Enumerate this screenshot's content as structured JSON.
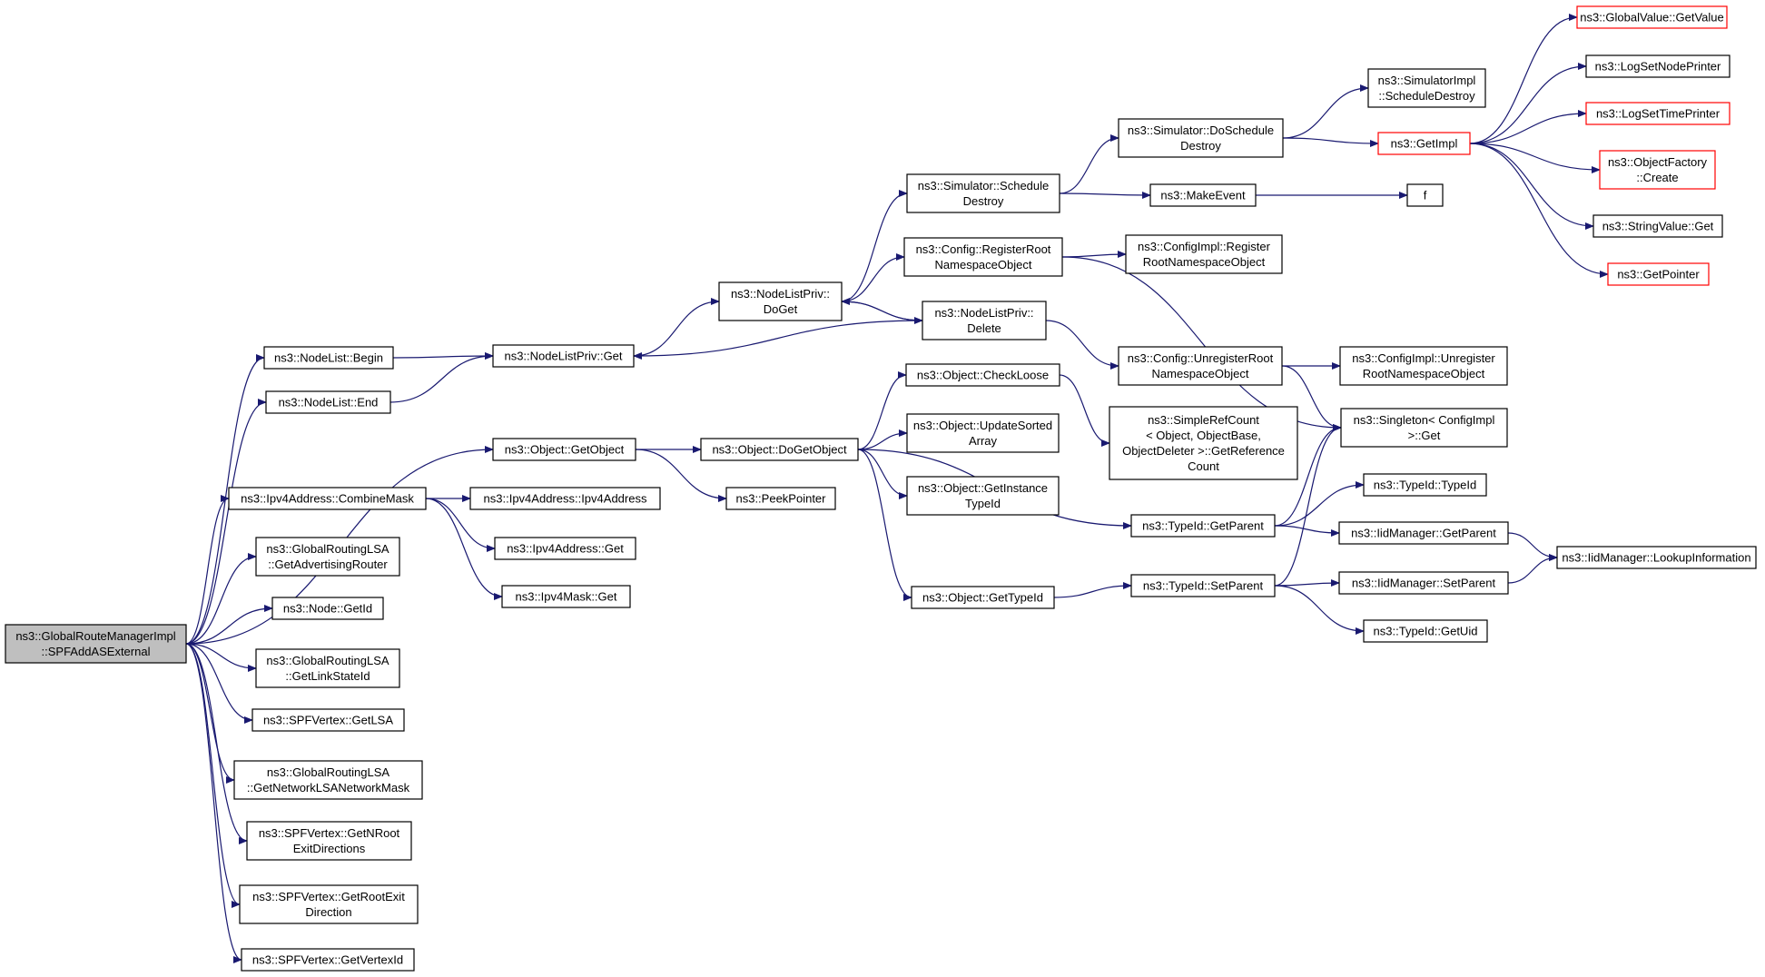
{
  "colors": {
    "edge": "#191970",
    "node_border": "#000000",
    "truncated_border": "#ff0000",
    "root_fill": "#bfbfbf"
  },
  "nodes": [
    {
      "id": "root",
      "lines": [
        "ns3::GlobalRouteManagerImpl",
        "::SPFAddASExternal"
      ],
      "style": "root"
    },
    {
      "id": "nl_begin",
      "lines": [
        "ns3::NodeList::Begin"
      ]
    },
    {
      "id": "nl_end",
      "lines": [
        "ns3::NodeList::End"
      ]
    },
    {
      "id": "obj_getobject",
      "lines": [
        "ns3::Object::GetObject"
      ]
    },
    {
      "id": "ipv4_combine",
      "lines": [
        "ns3::Ipv4Address::CombineMask"
      ]
    },
    {
      "id": "grlsa_getadv",
      "lines": [
        "ns3::GlobalRoutingLSA",
        "::GetAdvertisingRouter"
      ]
    },
    {
      "id": "node_getid",
      "lines": [
        "ns3::Node::GetId"
      ]
    },
    {
      "id": "grlsa_getlinkstate",
      "lines": [
        "ns3::GlobalRoutingLSA",
        "::GetLinkStateId"
      ]
    },
    {
      "id": "spf_getlsa",
      "lines": [
        "ns3::SPFVertex::GetLSA"
      ]
    },
    {
      "id": "grlsa_getnetmask",
      "lines": [
        "ns3::GlobalRoutingLSA",
        "::GetNetworkLSANetworkMask"
      ]
    },
    {
      "id": "spf_getnroot",
      "lines": [
        "ns3::SPFVertex::GetNRoot",
        "ExitDirections"
      ]
    },
    {
      "id": "spf_getrootexit",
      "lines": [
        "ns3::SPFVertex::GetRootExit",
        "Direction"
      ]
    },
    {
      "id": "spf_getvertexid",
      "lines": [
        "ns3::SPFVertex::GetVertexId"
      ]
    },
    {
      "id": "nlp_get",
      "lines": [
        "ns3::NodeListPriv::Get"
      ]
    },
    {
      "id": "nlp_doget",
      "lines": [
        "ns3::NodeListPriv::",
        "DoGet"
      ]
    },
    {
      "id": "nlp_delete",
      "lines": [
        "ns3::NodeListPriv::",
        "Delete"
      ]
    },
    {
      "id": "sim_schedule",
      "lines": [
        "ns3::Simulator::Schedule",
        "Destroy"
      ]
    },
    {
      "id": "cfg_register",
      "lines": [
        "ns3::Config::RegisterRoot",
        "NamespaceObject"
      ]
    },
    {
      "id": "sim_doschedule",
      "lines": [
        "ns3::Simulator::DoSchedule",
        "Destroy"
      ]
    },
    {
      "id": "makeevent",
      "lines": [
        "ns3::MakeEvent"
      ]
    },
    {
      "id": "cfgimpl_register",
      "lines": [
        "ns3::ConfigImpl::Register",
        "RootNamespaceObject"
      ]
    },
    {
      "id": "cfg_unregister",
      "lines": [
        "ns3::Config::UnregisterRoot",
        "NamespaceObject"
      ]
    },
    {
      "id": "simimpl_schedule",
      "lines": [
        "ns3::SimulatorImpl",
        "::ScheduleDestroy"
      ]
    },
    {
      "id": "getimpl",
      "lines": [
        "ns3::GetImpl"
      ],
      "style": "truncated"
    },
    {
      "id": "f",
      "lines": [
        "f"
      ]
    },
    {
      "id": "cfgimpl_unregister",
      "lines": [
        "ns3::ConfigImpl::Unregister",
        "RootNamespaceObject"
      ]
    },
    {
      "id": "singleton_get",
      "lines": [
        "ns3::Singleton< ConfigImpl",
        " >::Get"
      ]
    },
    {
      "id": "gv_getvalue",
      "lines": [
        "ns3::GlobalValue::GetValue"
      ],
      "style": "truncated"
    },
    {
      "id": "logsetnode",
      "lines": [
        "ns3::LogSetNodePrinter"
      ]
    },
    {
      "id": "logsettime",
      "lines": [
        "ns3::LogSetTimePrinter"
      ],
      "style": "truncated"
    },
    {
      "id": "objfactory_create",
      "lines": [
        "ns3::ObjectFactory",
        "::Create"
      ],
      "style": "truncated"
    },
    {
      "id": "stringvalue_get",
      "lines": [
        "ns3::StringValue::Get"
      ]
    },
    {
      "id": "getpointer",
      "lines": [
        "ns3::GetPointer"
      ],
      "style": "truncated"
    },
    {
      "id": "obj_dogetobject",
      "lines": [
        "ns3::Object::DoGetObject"
      ]
    },
    {
      "id": "peekpointer",
      "lines": [
        "ns3::PeekPointer"
      ]
    },
    {
      "id": "obj_checkloose",
      "lines": [
        "ns3::Object::CheckLoose"
      ]
    },
    {
      "id": "obj_updatesorted",
      "lines": [
        "ns3::Object::UpdateSorted",
        "Array"
      ]
    },
    {
      "id": "obj_getinstance",
      "lines": [
        "ns3::Object::GetInstance",
        "TypeId"
      ]
    },
    {
      "id": "obj_gettypeid",
      "lines": [
        "ns3::Object::GetTypeId"
      ]
    },
    {
      "id": "simplerefcount",
      "lines": [
        "ns3::SimpleRefCount",
        "< Object, ObjectBase,",
        " ObjectDeleter >::GetReference",
        "Count"
      ]
    },
    {
      "id": "typeid_getparent",
      "lines": [
        "ns3::TypeId::GetParent"
      ]
    },
    {
      "id": "typeid_setparent",
      "lines": [
        "ns3::TypeId::SetParent"
      ]
    },
    {
      "id": "typeid_typeid",
      "lines": [
        "ns3::TypeId::TypeId"
      ]
    },
    {
      "id": "iid_getparent",
      "lines": [
        "ns3::IidManager::GetParent"
      ]
    },
    {
      "id": "iid_setparent",
      "lines": [
        "ns3::IidManager::SetParent"
      ]
    },
    {
      "id": "typeid_getuid",
      "lines": [
        "ns3::TypeId::GetUid"
      ]
    },
    {
      "id": "iid_lookup",
      "lines": [
        "ns3::IidManager::LookupInformation"
      ]
    },
    {
      "id": "ipv4_ipv4address",
      "lines": [
        "ns3::Ipv4Address::Ipv4Address"
      ]
    },
    {
      "id": "ipv4_get",
      "lines": [
        "ns3::Ipv4Address::Get"
      ]
    },
    {
      "id": "ipv4mask_get",
      "lines": [
        "ns3::Ipv4Mask::Get"
      ]
    }
  ],
  "edges": [
    [
      "root",
      "nl_begin"
    ],
    [
      "root",
      "nl_end"
    ],
    [
      "root",
      "obj_getobject"
    ],
    [
      "root",
      "ipv4_combine"
    ],
    [
      "root",
      "grlsa_getadv"
    ],
    [
      "root",
      "node_getid"
    ],
    [
      "root",
      "grlsa_getlinkstate"
    ],
    [
      "root",
      "spf_getlsa"
    ],
    [
      "root",
      "grlsa_getnetmask"
    ],
    [
      "root",
      "spf_getnroot"
    ],
    [
      "root",
      "spf_getrootexit"
    ],
    [
      "root",
      "spf_getvertexid"
    ],
    [
      "nl_begin",
      "nlp_get"
    ],
    [
      "nl_end",
      "nlp_get"
    ],
    [
      "nlp_get",
      "nlp_doget"
    ],
    [
      "nlp_doget",
      "sim_schedule"
    ],
    [
      "nlp_doget",
      "cfg_register"
    ],
    [
      "nlp_doget",
      "nlp_delete"
    ],
    [
      "nlp_delete",
      "nlp_doget"
    ],
    [
      "nlp_delete",
      "nlp_get"
    ],
    [
      "nlp_delete",
      "cfg_unregister"
    ],
    [
      "sim_schedule",
      "sim_doschedule"
    ],
    [
      "sim_schedule",
      "makeevent"
    ],
    [
      "sim_doschedule",
      "simimpl_schedule"
    ],
    [
      "sim_doschedule",
      "getimpl"
    ],
    [
      "makeevent",
      "f"
    ],
    [
      "getimpl",
      "gv_getvalue"
    ],
    [
      "getimpl",
      "logsetnode"
    ],
    [
      "getimpl",
      "logsettime"
    ],
    [
      "getimpl",
      "objfactory_create"
    ],
    [
      "getimpl",
      "stringvalue_get"
    ],
    [
      "getimpl",
      "getpointer"
    ],
    [
      "cfg_register",
      "cfgimpl_register"
    ],
    [
      "cfg_register",
      "singleton_get"
    ],
    [
      "cfg_unregister",
      "cfgimpl_unregister"
    ],
    [
      "cfg_unregister",
      "singleton_get"
    ],
    [
      "obj_getobject",
      "obj_dogetobject"
    ],
    [
      "obj_getobject",
      "peekpointer"
    ],
    [
      "obj_dogetobject",
      "obj_checkloose"
    ],
    [
      "obj_dogetobject",
      "obj_updatesorted"
    ],
    [
      "obj_dogetobject",
      "obj_getinstance"
    ],
    [
      "obj_dogetobject",
      "obj_gettypeid"
    ],
    [
      "obj_dogetobject",
      "typeid_getparent"
    ],
    [
      "obj_checkloose",
      "simplerefcount"
    ],
    [
      "obj_gettypeid",
      "typeid_setparent"
    ],
    [
      "typeid_getparent",
      "singleton_get"
    ],
    [
      "typeid_getparent",
      "typeid_typeid"
    ],
    [
      "typeid_getparent",
      "iid_getparent"
    ],
    [
      "typeid_setparent",
      "singleton_get"
    ],
    [
      "typeid_setparent",
      "iid_setparent"
    ],
    [
      "typeid_setparent",
      "typeid_getuid"
    ],
    [
      "iid_getparent",
      "iid_lookup"
    ],
    [
      "iid_setparent",
      "iid_lookup"
    ],
    [
      "ipv4_combine",
      "ipv4_ipv4address"
    ],
    [
      "ipv4_combine",
      "ipv4_get"
    ],
    [
      "ipv4_combine",
      "ipv4mask_get"
    ]
  ]
}
